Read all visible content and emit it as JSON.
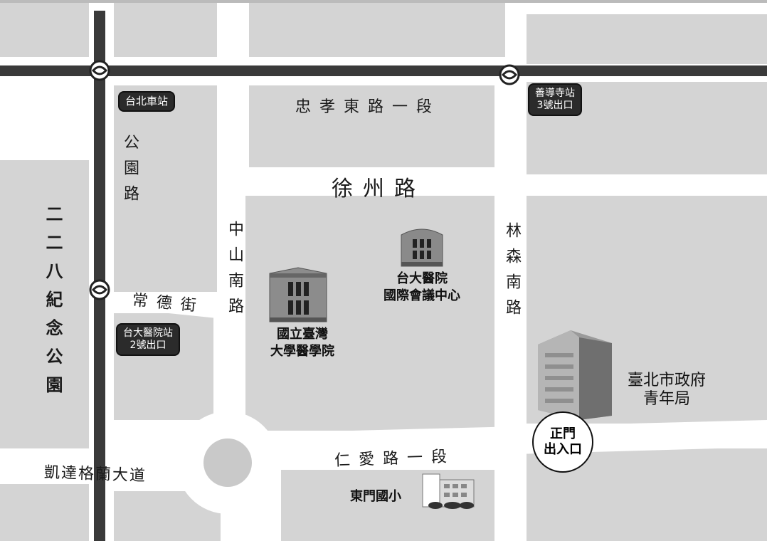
{
  "roads": {
    "zhongxiao_e_rd_sec1": "忠孝東路一段",
    "xuzhou_rd": "徐州路",
    "gongyuan_rd": "公園路",
    "zhongshan_s_rd": "中山南路",
    "linsen_s_rd": "林森南路",
    "changde_st": "常德街",
    "renai_rd_sec1": "仁愛路一段",
    "ketagalan_blvd": "凱達格蘭大道"
  },
  "park": {
    "name": "二二八紀念公園"
  },
  "mrt_stations": {
    "taipei_main": "台北車站",
    "shandao_temple": [
      "善導寺站",
      "3號出口"
    ],
    "ntu_hospital": [
      "台大醫院站",
      "2號出口"
    ]
  },
  "buildings": {
    "ntu_conference": [
      "台大醫院",
      "國際會議中心"
    ],
    "ntu_medicine": [
      "國立臺灣",
      "大學醫學院"
    ],
    "youth_bureau": [
      "臺北市政府",
      "青年局"
    ],
    "dongmen_elementary": "東門國小"
  },
  "entrance": [
    "正門",
    "出入口"
  ],
  "colors": {
    "background": "#ffffff",
    "block": "#d4d4d4",
    "block_dark": "#c9c9c9",
    "mrt_line": "#3a3a3a",
    "station_badge": "#2b2b2b"
  },
  "icons": [
    "mrt-icon",
    "building-icon",
    "school-icon",
    "office-tower-icon"
  ]
}
